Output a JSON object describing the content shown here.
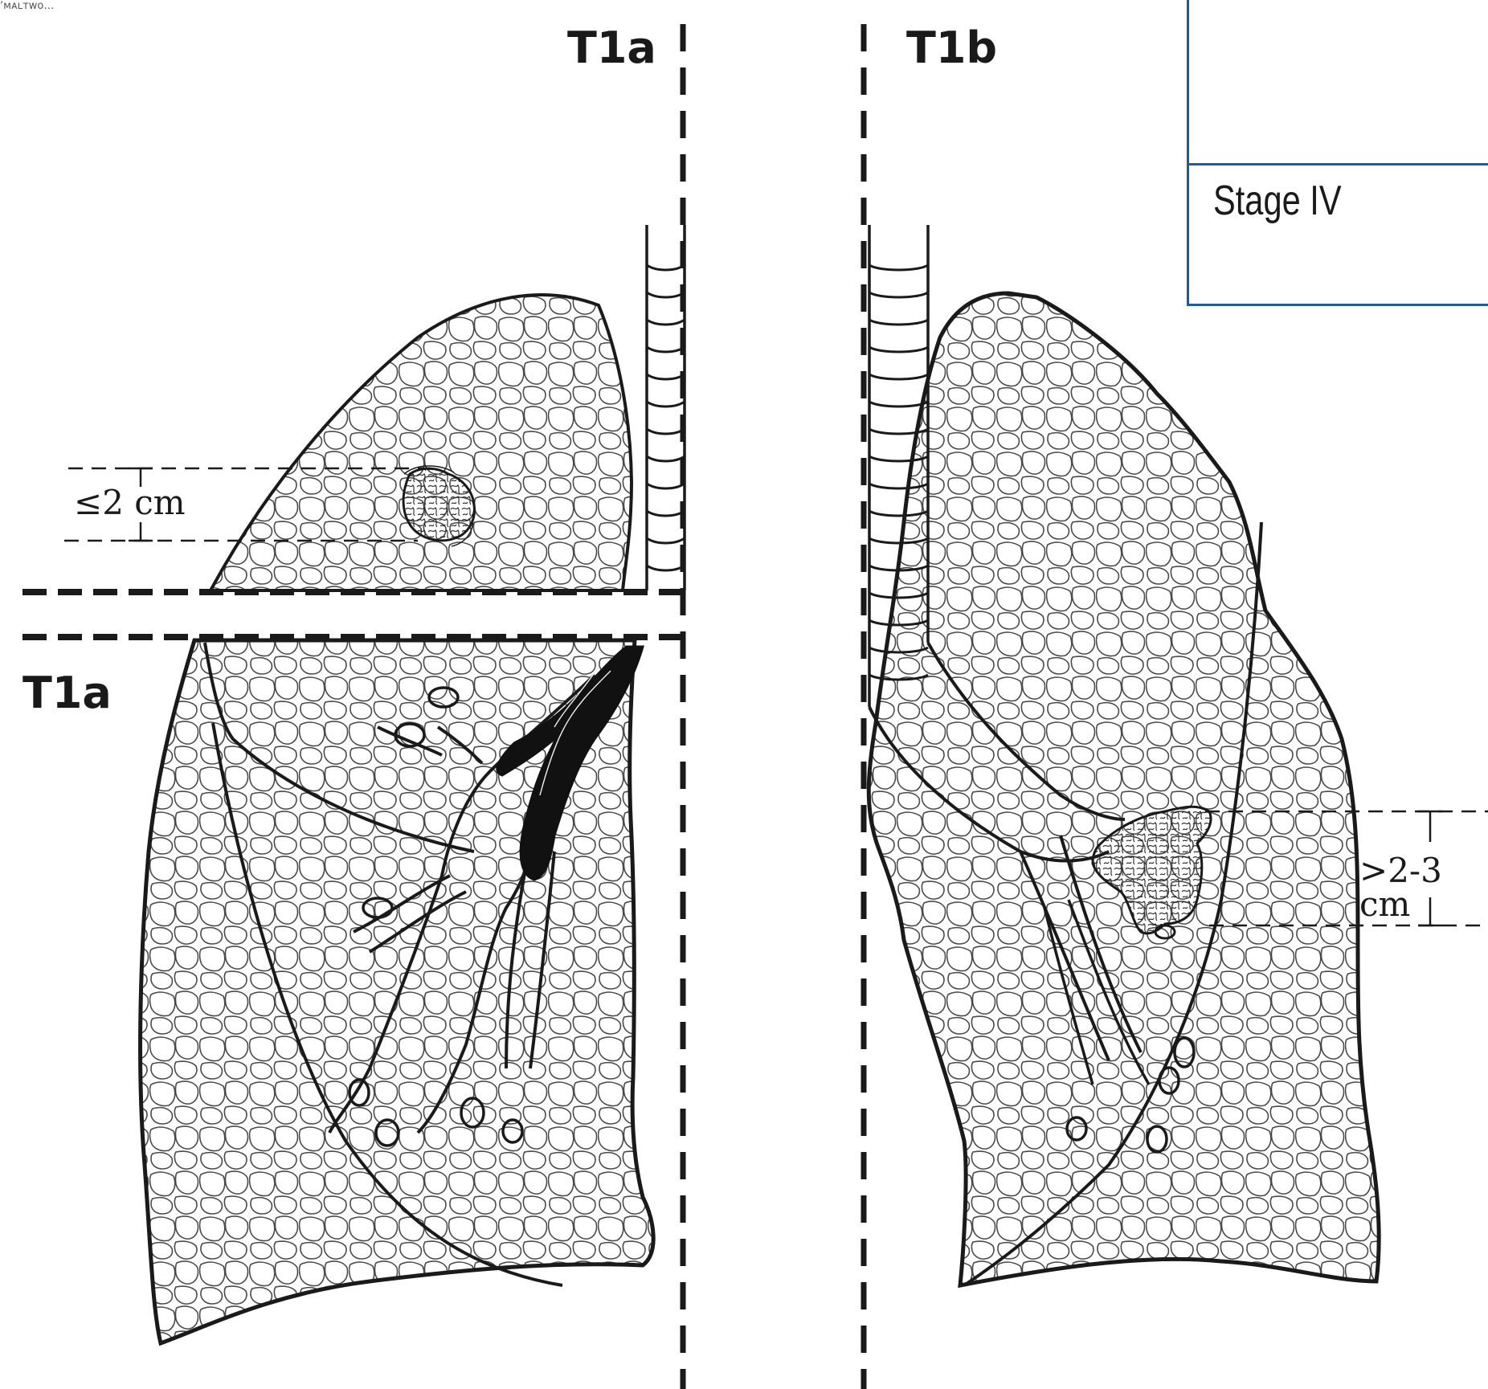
{
  "header_fragment": "ʼᴍᴀʟᴛᴡᴏ…",
  "stage_table": {
    "row_label": "Stage IV"
  },
  "panels": [
    {
      "id": "upper-left",
      "label": "T1a",
      "measurement": "≤2 cm"
    },
    {
      "id": "lower-left",
      "label": "T1a"
    },
    {
      "id": "right",
      "label": "T1b",
      "measurement": ">2-3 cm"
    }
  ],
  "colors": {
    "line": "#1a1a1a",
    "alveoli": "#4a4a4a",
    "table_border": "#1c5c9c",
    "background": "#ffffff"
  }
}
